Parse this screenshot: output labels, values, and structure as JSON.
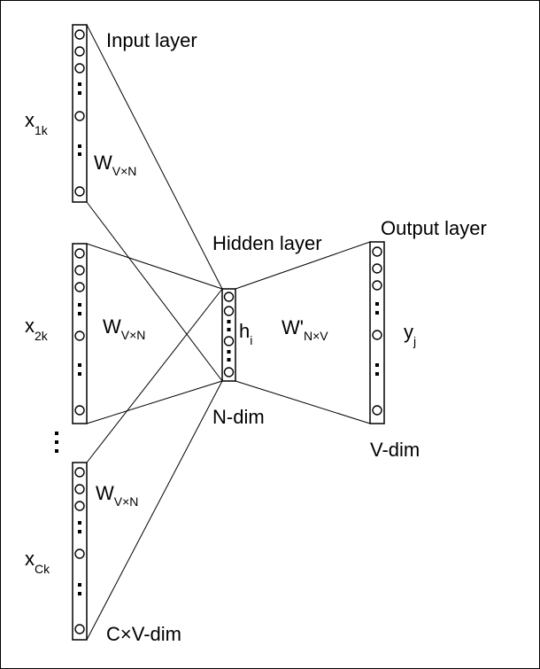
{
  "labels": {
    "input_layer": "Input layer",
    "hidden_layer": "Hidden layer",
    "output_layer": "Output layer",
    "x1_base": "x",
    "x1_sub": "1k",
    "x2_base": "x",
    "x2_sub": "2k",
    "xc_base": "x",
    "xc_sub": "Ck",
    "w1_base": "W",
    "w1_sub": "V×N",
    "w2_base": "W",
    "w2_sub": "V×N",
    "w3_base": "W",
    "w3_sub": "V×N",
    "wprime_base": "W'",
    "wprime_sub": "N×V",
    "h_base": "h",
    "h_sub": "i",
    "y_base": "y",
    "y_sub": "j",
    "n_dim": "N-dim",
    "v_dim": "V-dim",
    "cv_dim": "C×V-dim"
  },
  "colors": {
    "stroke": "#000000",
    "background": "#ffffff"
  }
}
